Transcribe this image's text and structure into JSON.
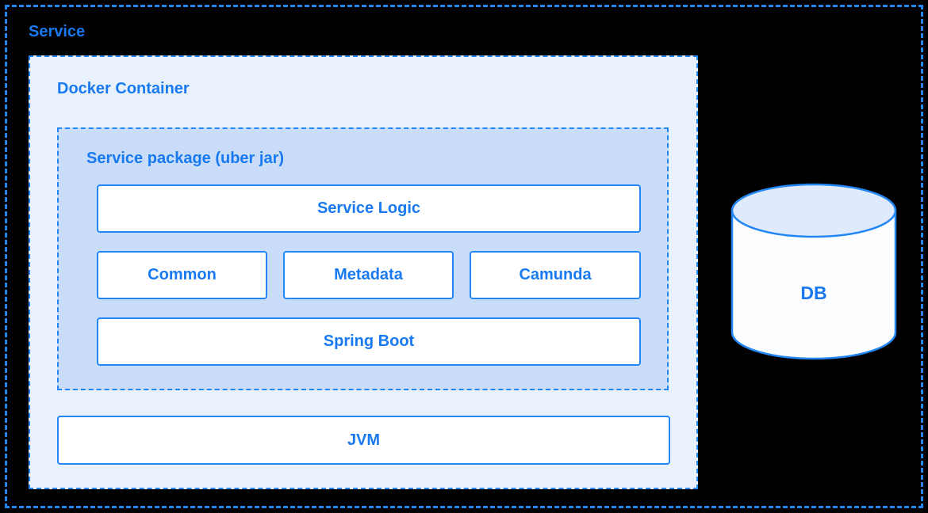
{
  "colors": {
    "accent_border": "#2287f5",
    "accent_text": "#1879f0",
    "page_bg": "#000000",
    "docker_bg": "#e9f1fd",
    "package_bg": "#c9ddf8",
    "box_bg": "#ffffff",
    "db_top_fill": "#dfeafc",
    "db_body_fill": "#fcfdff"
  },
  "service": {
    "label": "Service"
  },
  "docker": {
    "label": "Docker Container"
  },
  "package": {
    "label": "Service package (uber jar)",
    "components": {
      "service_logic": "Service Logic",
      "common": "Common",
      "metadata": "Metadata",
      "camunda": "Camunda",
      "spring_boot": "Spring Boot"
    }
  },
  "jvm": {
    "label": "JVM"
  },
  "db": {
    "label": "DB"
  }
}
